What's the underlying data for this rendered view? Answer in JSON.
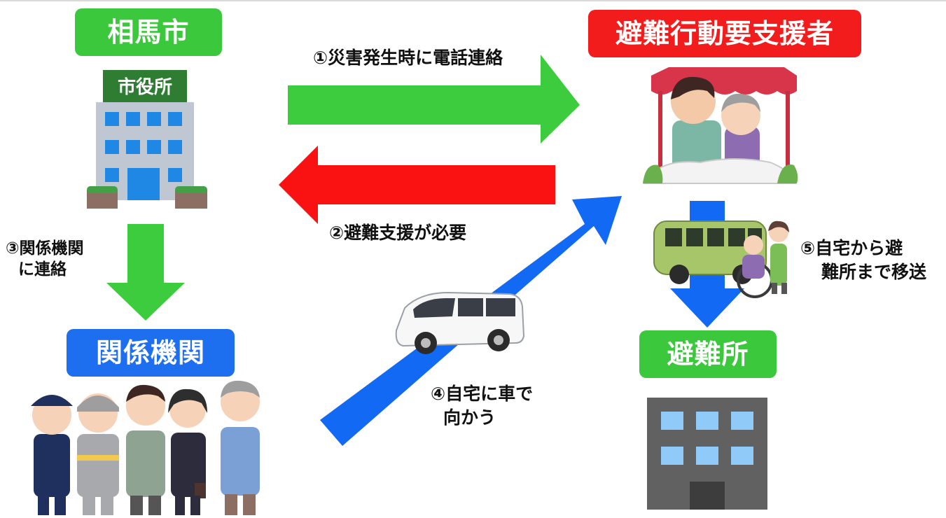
{
  "nodes": {
    "soma_city": {
      "label": "相馬市",
      "color": "#3cc83c"
    },
    "support_needed_person": {
      "label": "避難行動要支援者",
      "color": "#f21c1c"
    },
    "related_agencies": {
      "label": "関係機関",
      "color": "#1e6ef0"
    },
    "shelter": {
      "label": "避難所",
      "color": "#3cc83c"
    }
  },
  "city_hall_sign": "市役所",
  "steps": {
    "step1": "①災害発生時に電話連絡",
    "step2": "②避難支援が必要",
    "step3_line1": "③関係機関",
    "step3_line2": "に連絡",
    "step4_line1": "④自宅に車で",
    "step4_line2": "向かう",
    "step5_line1": "⑤自宅から避",
    "step5_line2": "難所まで移送"
  },
  "colors": {
    "green_arrow": "#3dcc3d",
    "red_arrow": "#fa1111",
    "blue_arrow": "#1169f4"
  },
  "icons": {
    "city_hall": "city-hall-building-icon",
    "caregiver": "caregiver-with-elderly-icon",
    "responders": "responder-group-icon",
    "car": "white-minivan-icon",
    "bus": "welfare-bus-wheelchair-icon",
    "shelter_building": "shelter-building-icon"
  }
}
